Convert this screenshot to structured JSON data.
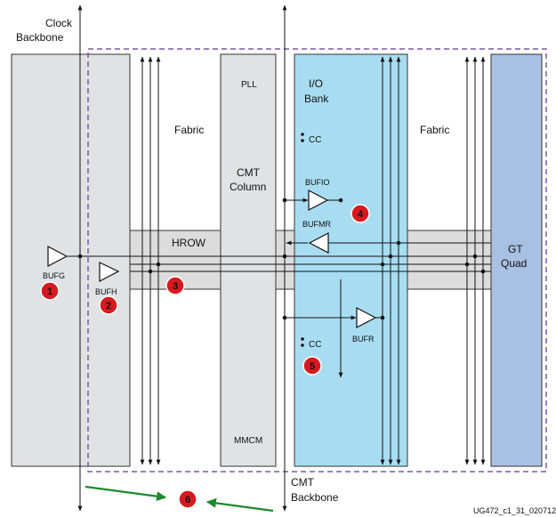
{
  "labels": {
    "clock_backbone_line1": "Clock",
    "clock_backbone_line2": "Backbone",
    "fabric_left": "Fabric",
    "fabric_right": "Fabric",
    "pll": "PLL",
    "cmt_column_line1": "CMT",
    "cmt_column_line2": "Column",
    "mmcm": "MMCM",
    "io_bank_line1": "I/O",
    "io_bank_line2": "Bank",
    "cc_top": "CC",
    "cc_bottom": "CC",
    "bufio": "BUFIO",
    "bufmr": "BUFMR",
    "bufr": "BUFR",
    "bufg": "BUFG",
    "bufh": "BUFH",
    "hrow": "HROW",
    "gt_quad_line1": "GT",
    "gt_quad_line2": "Quad",
    "cmt_backbone_line1": "CMT",
    "cmt_backbone_line2": "Backbone",
    "figure_id": "UG472_c1_31_020712"
  },
  "badges": [
    "1",
    "2",
    "3",
    "4",
    "5",
    "6"
  ],
  "colors": {
    "gray_block": "#e1e2e3",
    "hrow_fill": "#dcdcdc",
    "io_bank": "#a8ddf1",
    "gt_quad": "#a8c0e2",
    "badge_red": "#d71920",
    "dashed_border": "#7b5aa6",
    "green_arrow": "#1b8a2a"
  }
}
